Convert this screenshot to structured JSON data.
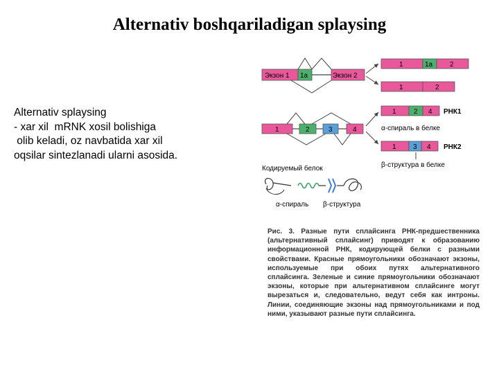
{
  "title": "Alternativ boshqariladigan  splaysing",
  "lead": [
    "Alternativ splaysing",
    "- xar xil  mRNK xosil bolishiga",
    " olib keladi, oz navbatida xar xil",
    "oqsilar sintezlanadi ularni asosida."
  ],
  "figure": {
    "top_pre": {
      "exon1": "Экзон 1",
      "exon1a": "1а",
      "exon2": "Экзон 2"
    },
    "top_mrna1": [
      "1",
      "1а",
      "2"
    ],
    "top_mrna2": [
      "1",
      "2"
    ],
    "bottom_pre": [
      "1",
      "2",
      "3",
      "4"
    ],
    "rna1": {
      "exons": [
        "1",
        "2",
        "4"
      ],
      "name": "РНК1",
      "protein": "α-спираль в белке"
    },
    "rna2": {
      "exons": [
        "1",
        "3",
        "4"
      ],
      "name": "РНК2",
      "protein": "β-структура в белке"
    },
    "protein": {
      "title": "Кодируемый белок",
      "alpha": "α-спираль",
      "beta": "β-структура"
    }
  },
  "caption": "Рис. 3. Разные пути сплайсинга РНК-предшественника (альтернативный сплайсинг) приводят к образованию информационной РНК, кодирующей белки с разными свойствами. Красные прямоугольники обозначают экзоны, используемые при обоих путях альтернативного сплайсинга. Зеленые и синие прямоугольники обозначают экзоны, которые при альтернативном сплайсинге могут вырезаться и, следовательно, ведут себя как интроны. Линии, соединяющие экзоны над прямоугольниками и под ними, указывают разные пути сплайсинга.",
  "colors": {
    "pink": "#e8589a",
    "green": "#4caf6e",
    "blue": "#5aa0d8",
    "line": "#444444"
  }
}
